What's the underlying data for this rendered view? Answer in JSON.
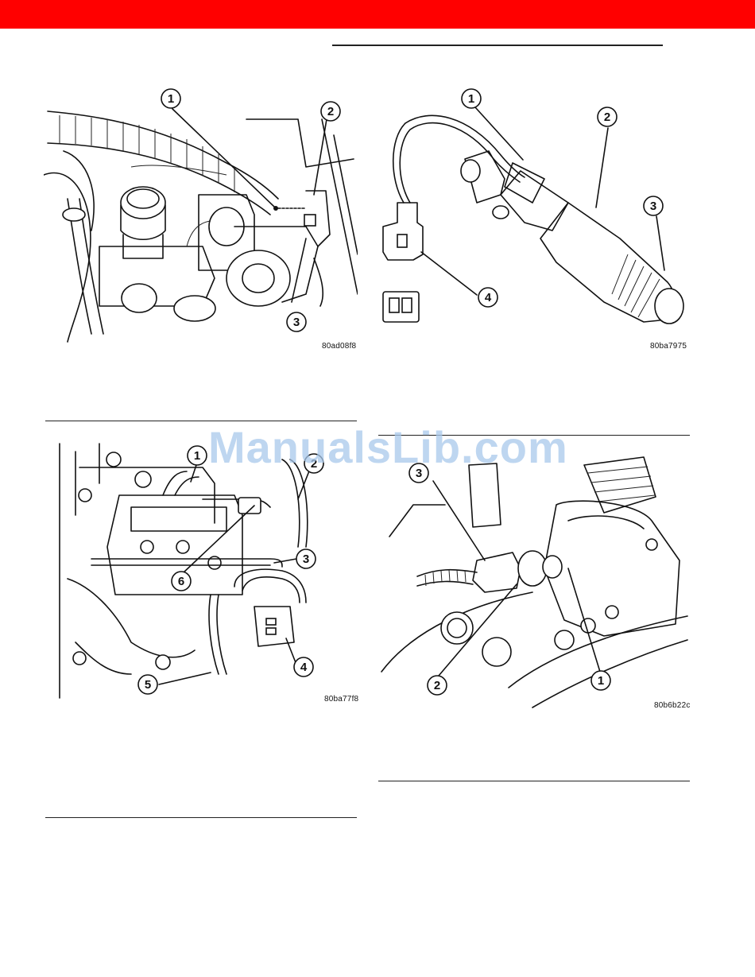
{
  "header": {
    "bar_color": "#ff0000"
  },
  "watermark": {
    "text": "ManualsLib.com"
  },
  "figures": [
    {
      "code": "80ad08f8",
      "callouts": [
        "1",
        "2",
        "3"
      ]
    },
    {
      "code": "80ba7975",
      "callouts": [
        "1",
        "2",
        "3",
        "4"
      ]
    },
    {
      "code": "80ba77f8",
      "callouts": [
        "1",
        "2",
        "3",
        "4",
        "5",
        "6"
      ]
    },
    {
      "code": "80b6b22c",
      "callouts": [
        "1",
        "2",
        "3"
      ]
    }
  ]
}
